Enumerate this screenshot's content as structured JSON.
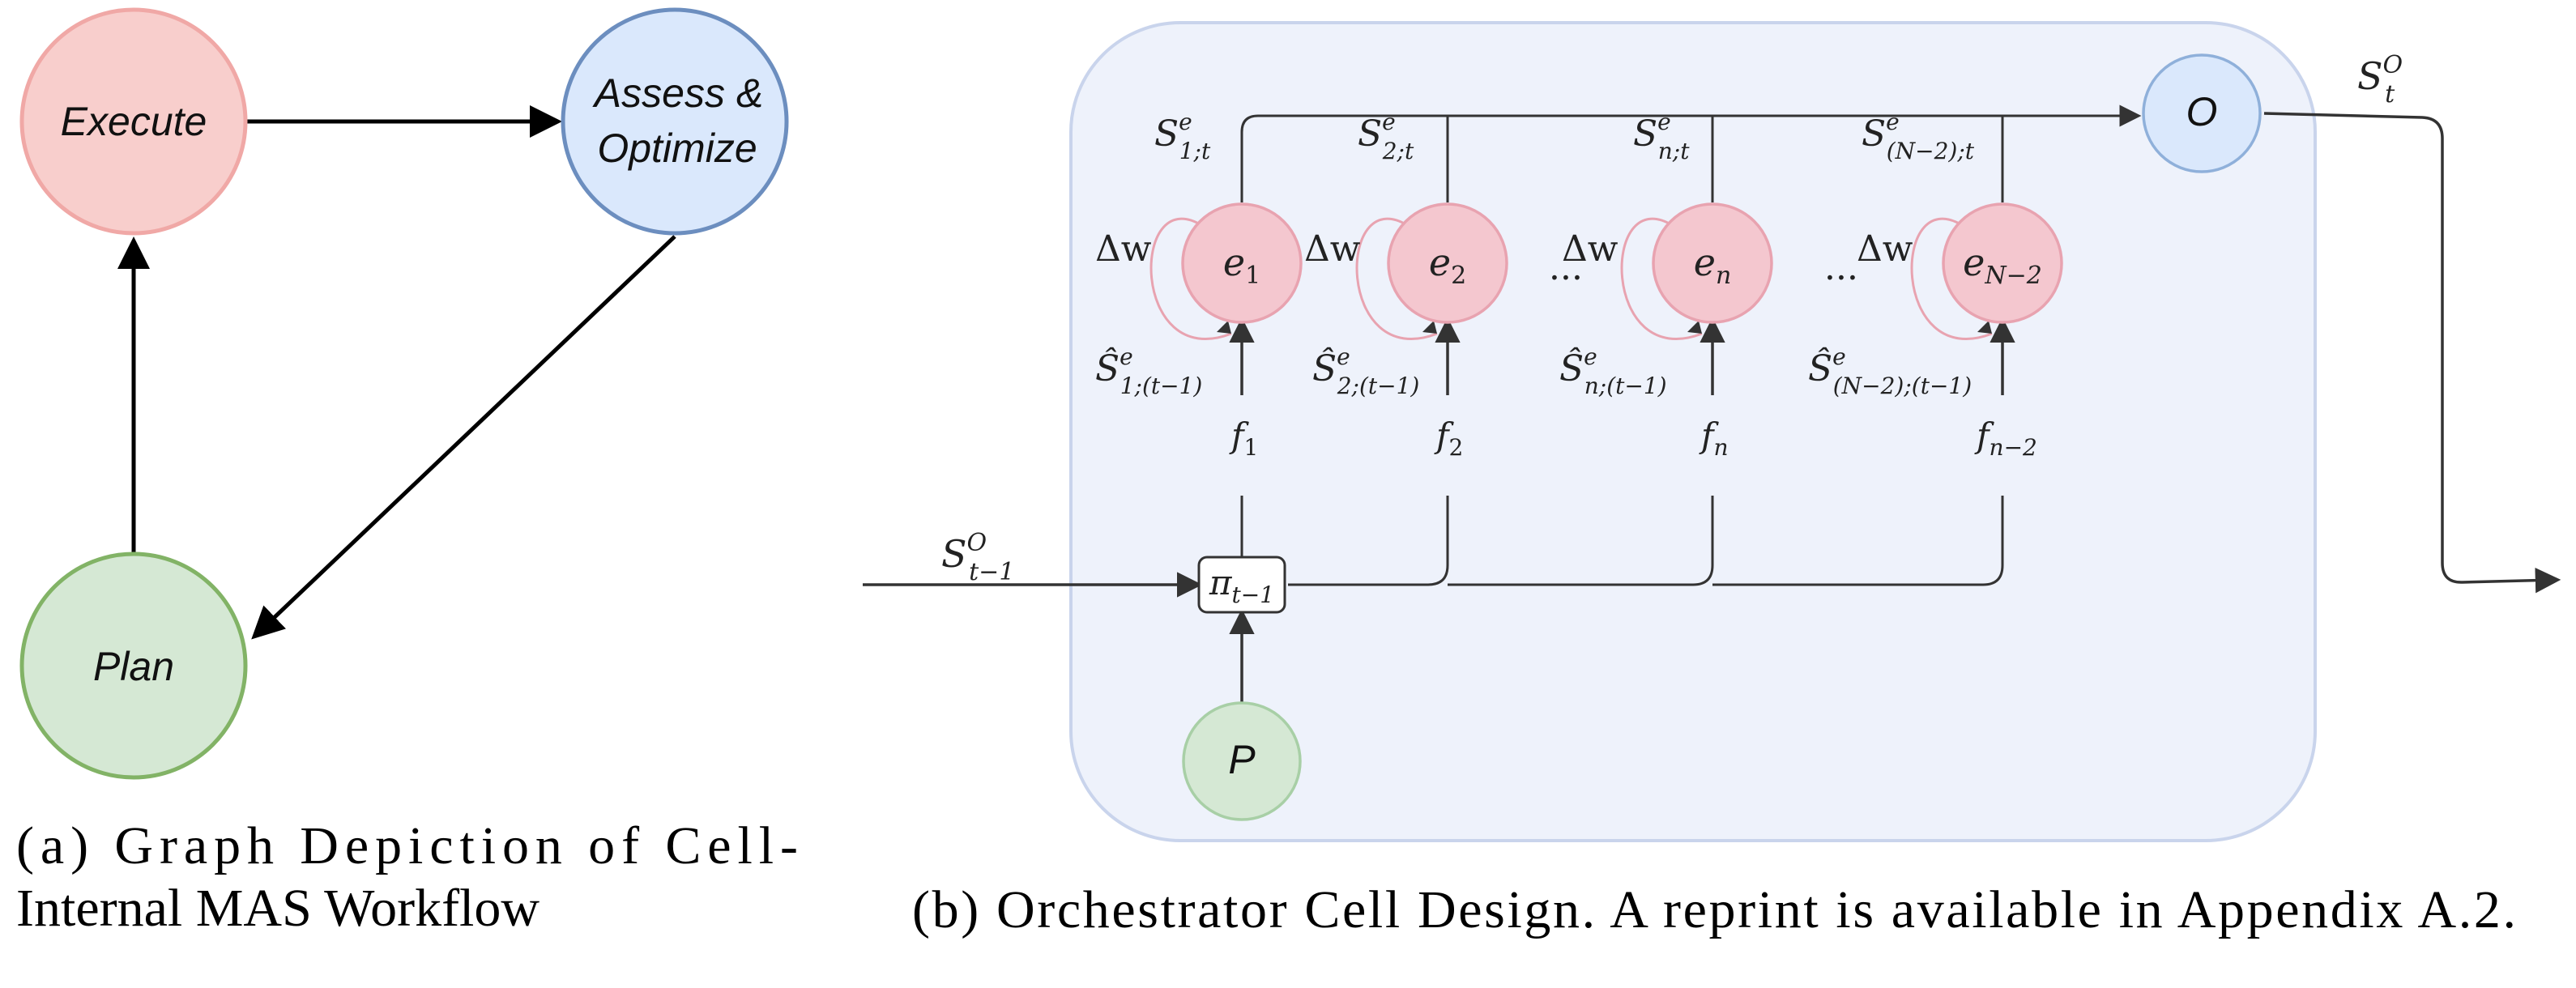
{
  "panel_a": {
    "nodes": {
      "execute": "Execute",
      "assess_line1": "Assess &",
      "assess_line2": "Optimize",
      "plan": "Plan"
    },
    "caption_line1": "(a) Graph Depiction of Cell-",
    "caption_line2": "Internal MAS Workflow"
  },
  "panel_b": {
    "input_state": {
      "base": "S",
      "sup": "O",
      "sub": "t−1"
    },
    "output_state": {
      "base": "S",
      "sup": "O",
      "sub": "t"
    },
    "router": {
      "base": "π",
      "sub": "t−1"
    },
    "orchestrator_node": "O",
    "planner_node": "P",
    "ellipsis": "···",
    "delta_w": "Δw",
    "experts": [
      {
        "base": "e",
        "sub": "1",
        "state_sub": "1;t",
        "hat_sub": "1;(t−1)",
        "f_sub": "1"
      },
      {
        "base": "e",
        "sub": "2",
        "state_sub": "2;t",
        "hat_sub": "2;(t−1)",
        "f_sub": "2"
      },
      {
        "base": "e",
        "sub": "n",
        "state_sub": "n;t",
        "hat_sub": "n;(t−1)",
        "f_sub": "n"
      },
      {
        "base": "e",
        "sub": "N−2",
        "state_sub": "(N−2);t",
        "hat_sub": "(N−2);(t−1)",
        "f_sub": "n−2"
      }
    ],
    "state_base": "S",
    "state_sup": "e",
    "hat_base": "Ŝ",
    "f_base": "f",
    "caption": "(b) Orchestrator Cell Design. A reprint is available in Appendix A.2."
  },
  "colors": {
    "execute_fill": "#f8cecc",
    "execute_stroke": "#f0a8a6",
    "assess_fill": "#dae8fc",
    "assess_stroke": "#6c8ebf",
    "plan_fill": "#d5e8d4",
    "plan_stroke": "#82b366",
    "cell_bg": "#eef2fb",
    "cell_border": "#c9d4ec",
    "expert_fill": "#f4c7cf",
    "expert_stroke": "#e8a3b0"
  }
}
